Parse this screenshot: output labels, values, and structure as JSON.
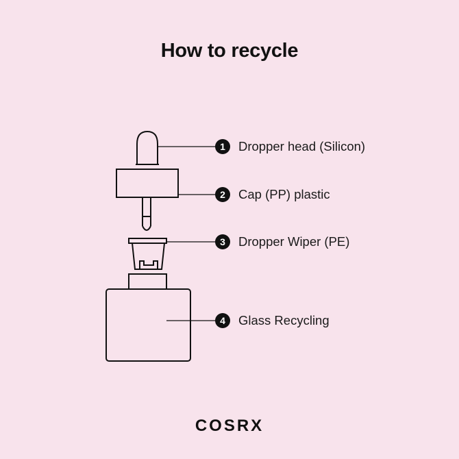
{
  "title": "How to recycle",
  "parts": [
    {
      "number": "1",
      "label": "Dropper head (Silicon)"
    },
    {
      "number": "2",
      "label": "Cap (PP) plastic"
    },
    {
      "number": "3",
      "label": "Dropper Wiper (PE)"
    },
    {
      "number": "4",
      "label": "Glass Recycling"
    }
  ],
  "brand": "COSRX",
  "colors": {
    "background": "#f8e3ec",
    "ink": "#111111"
  }
}
